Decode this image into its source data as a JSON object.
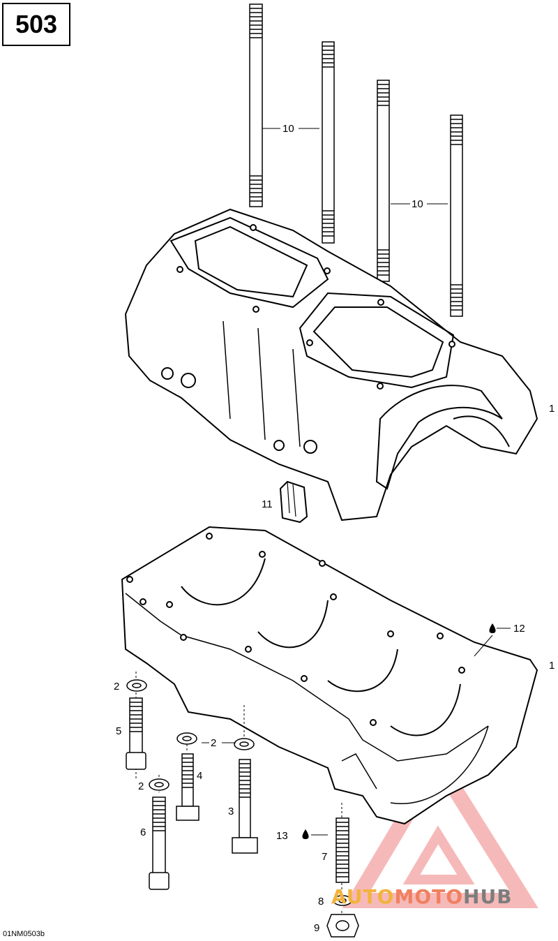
{
  "page_number": "503",
  "figure_code": "01NM0503b",
  "watermark": {
    "part1": "AUTO",
    "part2": "MOTO",
    "part3": "HUB"
  },
  "callouts": [
    {
      "id": "label-10a",
      "text": "10"
    },
    {
      "id": "label-10b",
      "text": "10"
    },
    {
      "id": "label-1a",
      "text": "1"
    },
    {
      "id": "label-11",
      "text": "11"
    },
    {
      "id": "label-12",
      "text": "12"
    },
    {
      "id": "label-1b",
      "text": "1"
    },
    {
      "id": "label-2a",
      "text": "2"
    },
    {
      "id": "label-5",
      "text": "5"
    },
    {
      "id": "label-2b",
      "text": "2"
    },
    {
      "id": "label-4",
      "text": "4"
    },
    {
      "id": "label-2c",
      "text": "2"
    },
    {
      "id": "label-3",
      "text": "3"
    },
    {
      "id": "label-6",
      "text": "6"
    },
    {
      "id": "label-13",
      "text": "13"
    },
    {
      "id": "label-7",
      "text": "7"
    },
    {
      "id": "label-8",
      "text": "8"
    },
    {
      "id": "label-9",
      "text": "9"
    }
  ]
}
